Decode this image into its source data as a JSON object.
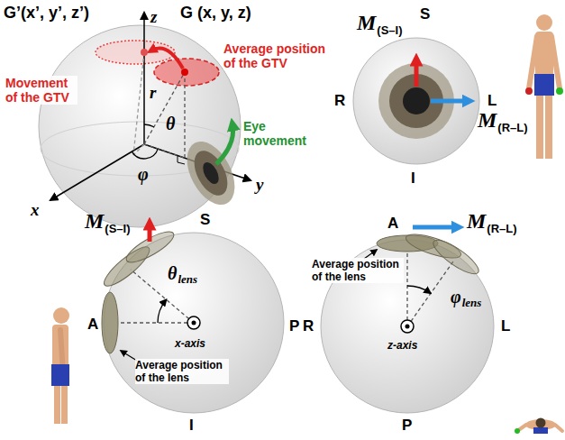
{
  "diagram": {
    "labels": [
      "G’(x’, y’, z’)",
      "G (x, y, z)",
      "z",
      "Movement of the GTV",
      "Average position of the GTV",
      "Eye movement",
      "r",
      "θ",
      "φ",
      "x",
      "y",
      "S",
      "M",
      "(S–I)",
      "R",
      "L",
      "M",
      "(R–L)",
      "I",
      "M",
      "(S–I)",
      "S",
      "θ",
      "lens",
      "A",
      "P",
      "x-axis",
      "Average position of the lens",
      "I",
      "A",
      "M",
      "(R–L)",
      "Average position of the lens",
      "φ",
      "lens",
      "R",
      "L",
      "z-axis",
      "P"
    ]
  }
}
